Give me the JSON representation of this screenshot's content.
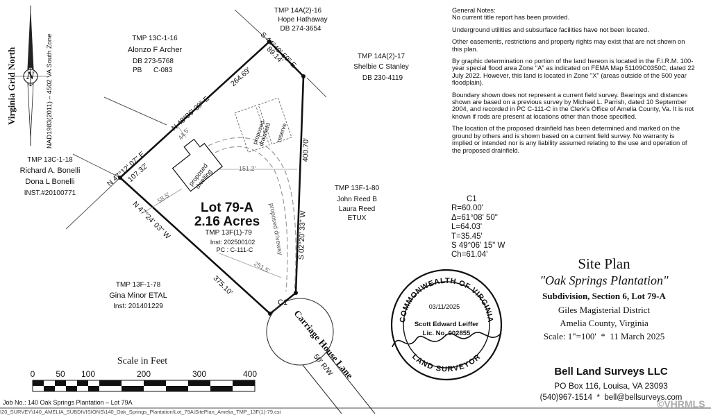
{
  "grid_north": {
    "label": "Virginia Grid North",
    "datum": "NAD1983(2011) – 4502 VA South Zone",
    "north_letter": "N"
  },
  "parcels": {
    "p13c116": {
      "tmp": "TMP 13C-1-16",
      "owner": "Alonzo F Archer",
      "db": "DB 273-5768",
      "pb": "PB      C-083"
    },
    "p14a216": {
      "tmp": "TMP 14A(2)-16",
      "owner": "Hope Hathaway",
      "db": "DB 274-3654"
    },
    "p14a217": {
      "tmp": "TMP 14A(2)-17",
      "owner": "Shelbie C Stanley",
      "db": "DB 230-4119"
    },
    "p13c118": {
      "tmp": "TMP 13C-1-18",
      "owner1": "Richard A. Bonelli",
      "owner2": "Dona L Bonelli",
      "inst": "INST.#20100771"
    },
    "p13f180": {
      "tmp": "TMP 13F-1-80",
      "owner1": "John Reed B",
      "owner2": "Laura Reed",
      "owner3": "ETUX"
    },
    "p13f178": {
      "tmp": "TMP 13F-1-78",
      "owner": "Gina Minor ETAL",
      "inst": "Inst: 201401229"
    }
  },
  "lot": {
    "name": "Lot 79-A",
    "acres": "2.16 Acres",
    "tmp": "TMP 13F(1)-79",
    "inst": "Inst: 202500102",
    "pc": "PC : C-111-C"
  },
  "bearings": {
    "b1": "N 48°06' 30\" E",
    "d1": "264.69'",
    "b2": "S 44°49' 50\" E",
    "d2": "89.14'",
    "b3": "S 02°20' 33\" W",
    "d3": "400.70'",
    "b4": "N 47°24' 03\" W",
    "d4": "375.10'",
    "b5": "N 47°12' 07\" E",
    "d5": "107.32'"
  },
  "features": {
    "dwelling": "proposed dwelling",
    "drainfield": "proposed drainfield",
    "reserve": "reserve",
    "driveway": "proposed driveway",
    "dim1": "44.5'",
    "dim2": "151.2'",
    "dim3": "58.5'",
    "dim4": "251.5'",
    "c1": "C1",
    "road": "Carriage House Lane",
    "row": "50' R/W"
  },
  "notes": {
    "heading": "General Notes:",
    "n1": "No current title report has been provided.",
    "n2": "Underground utilities and subsurface facilities have not been located.",
    "n3": "Other easements, restrictions and property rights may exist that are not shown on this plan.",
    "n4": "By graphic determination no portion of the land hereon is located in the F.I.R.M. 100-year special flood area Zone \"A\" as indicated on FEMA Map 51109C0350C, dated 22 July 2022. However, this land is located in Zone \"X\" (areas outside of the 500 year floodplain).",
    "n5": "Boundary shown does not represent a current field survey. Bearings and distances shown are based on a previous survey by Michael L. Parrish, dated 10 September 2004, and recorded in PC C-111-C in the Clerk's Office of Amelia County, Va. It is not known if rods are present at locations other than those specified.",
    "n6": "The location of the proposed drainfield has been determined and marked on the ground by others and is shown based on a current field survey. No warranty is implied or intended nor is any liability assumed relating to the use and operation of the proposed drainfield."
  },
  "curve": {
    "label": "C1",
    "r": "R=60.00'",
    "delta": "Δ=61°08' 50\"",
    "l": "L=64.03'",
    "t": "T=35.45'",
    "chord_bearing": "S 49°06' 15\" W",
    "ch": "Ch=61.04'"
  },
  "title_block": {
    "title": "Site Plan",
    "subtitle": "\"Oak Springs Plantation\"",
    "subdivision": "Subdivision, Section 6, Lot 79-A",
    "district": "Giles Magisterial District",
    "county": "Amelia County, Virginia",
    "scale": "Scale: 1\"=100'  *  11 March 2025"
  },
  "company": {
    "name": "Bell Land Surveys LLC",
    "address": "PO Box 116, Louisa, VA  23093",
    "contact": "(540)967-1514  *  bell@bellsurveys.com"
  },
  "seal": {
    "top": "COMMONWEALTH OF VIRGINIA",
    "bottom": "LAND SURVEYOR",
    "date": "03/11/2025",
    "name": "Scott Edward Leiffer",
    "lic": "Lic. No. 002855"
  },
  "scale_bar": {
    "title": "Scale in Feet",
    "ticks": [
      "0",
      "50",
      "100",
      "200",
      "300",
      "400"
    ]
  },
  "footer": {
    "job": "Job No.: 140 Oak Springs Plantation – Lot 79A",
    "path": "I20_SURVEY\\140_AMELIA_SUBDIVISIONS\\140_Oak_Springs_Plantation\\Lot_79A\\SitePlan_Amelia_TMP_13F(1)-79.csi"
  },
  "watermark": "©VHRMLS"
}
